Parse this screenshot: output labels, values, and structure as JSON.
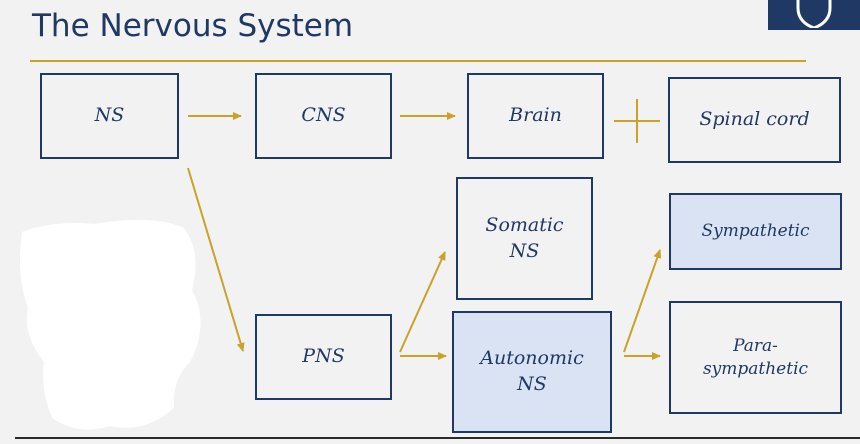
{
  "title": "The Nervous System",
  "colors": {
    "title": "#1f3864",
    "box_border": "#1f3864",
    "highlight_fill": "#dae3f3",
    "arrow": "#c9a227"
  },
  "nodes": {
    "ns": "NS",
    "cns": "CNS",
    "brain": "Brain",
    "spinal_cord": "Spinal cord",
    "pns": "PNS",
    "somatic": "Somatic\nNS",
    "autonomic": "Autonomic\nNS",
    "sympathetic": "Sympathetic",
    "parasympathetic": "Para-\nsympathetic"
  },
  "connector_plus": "+"
}
